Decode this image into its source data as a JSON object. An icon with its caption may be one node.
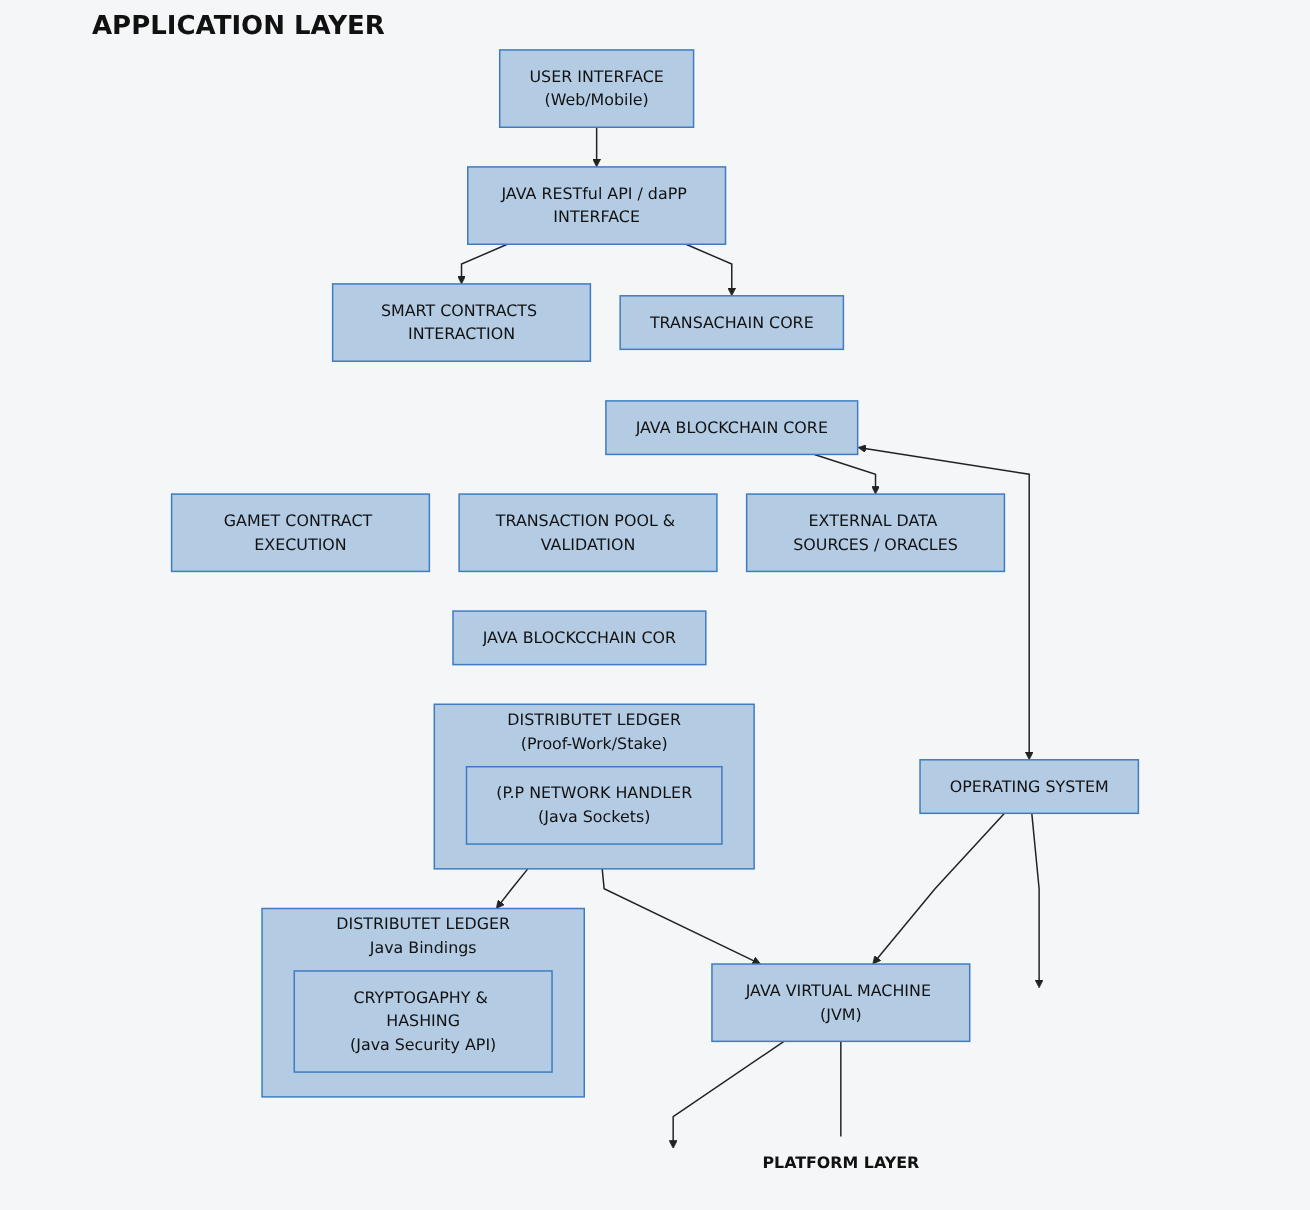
{
  "diagram": {
    "nodes": [
      {
        "text": [
          "USER INTERFACE",
          "(Web/Mobile)"
        ]
      },
      {
        "text": [
          "JAVA RESTful API / daPP INTERFACE"
        ]
      },
      {
        "text": [
          "SMART CONTRACTS INTERACTION"
        ]
      },
      {
        "text": [
          "TRANSACHAIN CORE"
        ]
      },
      {
        "text": [
          "JAVA BLOCKCHAIN CORE"
        ]
      },
      {
        "text": [
          "TRANSACTION POOL & VALIDATION"
        ]
      },
      {
        "text": [
          "GAMET CONTRACT EXECUTION"
        ]
      },
      {
        "text": [
          "JAVA BLOCKCCHAIN COR"
        ]
      },
      {
        "text": [
          "DISTRIBUTET LEDGER",
          "(Proof-Work/Stake)"
        ]
      },
      {
        "text": [
          "(P.P NETWORK HANDLER",
          "(Java Sockets)"
        ],
        "in": 8
      },
      {
        "text": [
          "DISTRIBUTET LEDGER",
          "Java Bindings"
        ]
      },
      {
        "text": [
          "CRYPTOGAPHY & HASHING",
          "(Java Security API)"
        ],
        "in": 10
      },
      {
        "text": [
          "OPERATING SYSTEM"
        ]
      },
      {
        "text": [
          "JAVA VIRTUAL MACHINE (JVM)"
        ]
      },
      {
        "text": [
          "EXTERNAL DATA SOURCES / ORACLES"
        ]
      },
      {
        "text": [
          "PLATFORM LAYER"
        ]
      }
    ],
    "edges": [
      {
        "from": 0,
        "to": 1,
        "arrow": "to"
      },
      {
        "from": 1,
        "to": 2,
        "arrow": "to"
      },
      {
        "from": 1,
        "to": 3,
        "arrow": "to"
      },
      {
        "from": 4,
        "to": 12,
        "arrow": "both"
      },
      {
        "from": 4,
        "to": 14,
        "arrow": "to"
      },
      {
        "from": 8,
        "to": 10,
        "arrow": "to"
      },
      {
        "from": 8,
        "to": 13,
        "arrow": "to"
      },
      {
        "from": 12,
        "to": 13,
        "arrow": "to"
      },
      {
        "from": 12,
        "to": null,
        "arrow": "to"
      },
      {
        "from": 13,
        "to": null,
        "arrow": "to"
      },
      {
        "from": 13,
        "to": 15,
        "arrow": "none"
      }
    ],
    "labels": [
      "APPLICATION LAYER"
    ]
  }
}
